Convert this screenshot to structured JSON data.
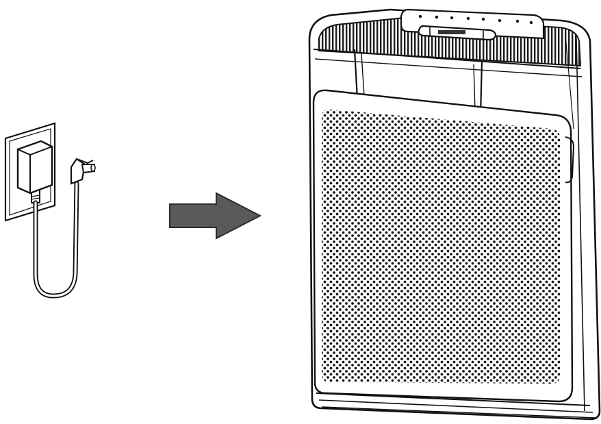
{
  "diagram": {
    "steps": [
      {
        "name": "power-adapter-in-wall-outlet"
      },
      {
        "name": "connect-arrow"
      },
      {
        "name": "air-purifier"
      }
    ],
    "colors": {
      "line": "#111111",
      "arrow_fill": "#5a5a5a",
      "arrow_stroke": "#2b2b2b",
      "grille_dot": "#222222",
      "background": "#ffffff"
    },
    "icons": [
      "power-adapter-icon",
      "wall-outlet-icon",
      "arrow-right-icon",
      "air-purifier-icon",
      "control-panel-icon"
    ]
  }
}
